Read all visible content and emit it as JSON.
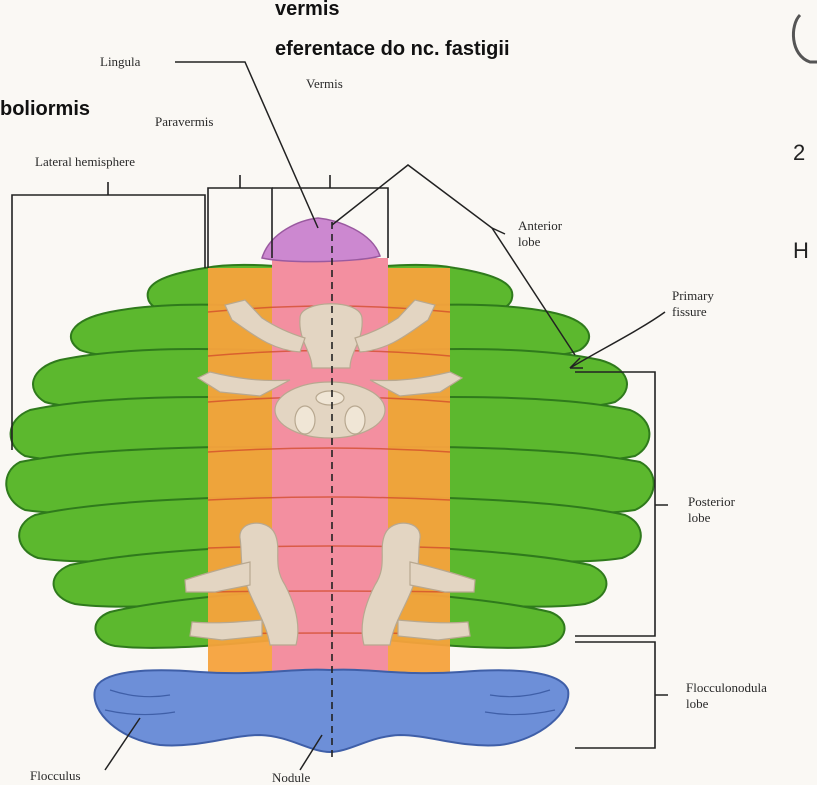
{
  "overlay": {
    "line1": "vermis",
    "line2": "eferentace do nc. fastigii",
    "left": "boliormis"
  },
  "side": {
    "num": "2",
    "letter": "H"
  },
  "labels": {
    "lingula": "Lingula",
    "vermis": "Vermis",
    "paravermis": "Paravermis",
    "lateral": "Lateral hemisphere",
    "anterior1": "Anterior",
    "anterior2": "lobe",
    "primary1": "Primary",
    "primary2": "fissure",
    "posterior1": "Posterior",
    "posterior2": "lobe",
    "floccnod1": "Flocculonodula",
    "floccnod2": "lobe",
    "flocculus": "Flocculus",
    "nodule": "Nodule"
  },
  "colors": {
    "hemisphere": "#5cb82e",
    "hemisphere_dark": "#2f7a1c",
    "paravermis": "#f5a23c",
    "vermis": "#f38fa0",
    "lingula": "#cc88d0",
    "flocculonodular": "#6d8fd8",
    "homunculus": "#e3d5c2"
  }
}
